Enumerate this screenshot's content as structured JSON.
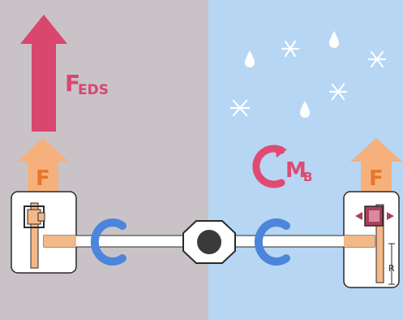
{
  "labels": {
    "feds_main": "F",
    "feds_sub": "EDS",
    "force_left": "F",
    "force_right": "F",
    "moment_main": "M",
    "moment_sub": "B",
    "radius": "R"
  },
  "colors": {
    "panel_left": "#c9c3c8",
    "panel_right": "#b6d6f4",
    "feds_arrow": "#d9466e",
    "force_arrow": "#f6b07c",
    "force_text": "#e8762c",
    "moment": "#df4a73",
    "rotation_arrows": "#4b86dc",
    "axle": "#f3b887",
    "wheel_frame": "#ffffff",
    "caliper": "#a9415a",
    "outline": "#2a2a2a",
    "snow": "#ffffff"
  },
  "icons": [
    "feds-arrow-icon",
    "force-arrow-icon",
    "rotation-arrow-icon",
    "moment-arrow-icon",
    "snowflake-icon",
    "raindrop-icon",
    "differential-icon"
  ]
}
